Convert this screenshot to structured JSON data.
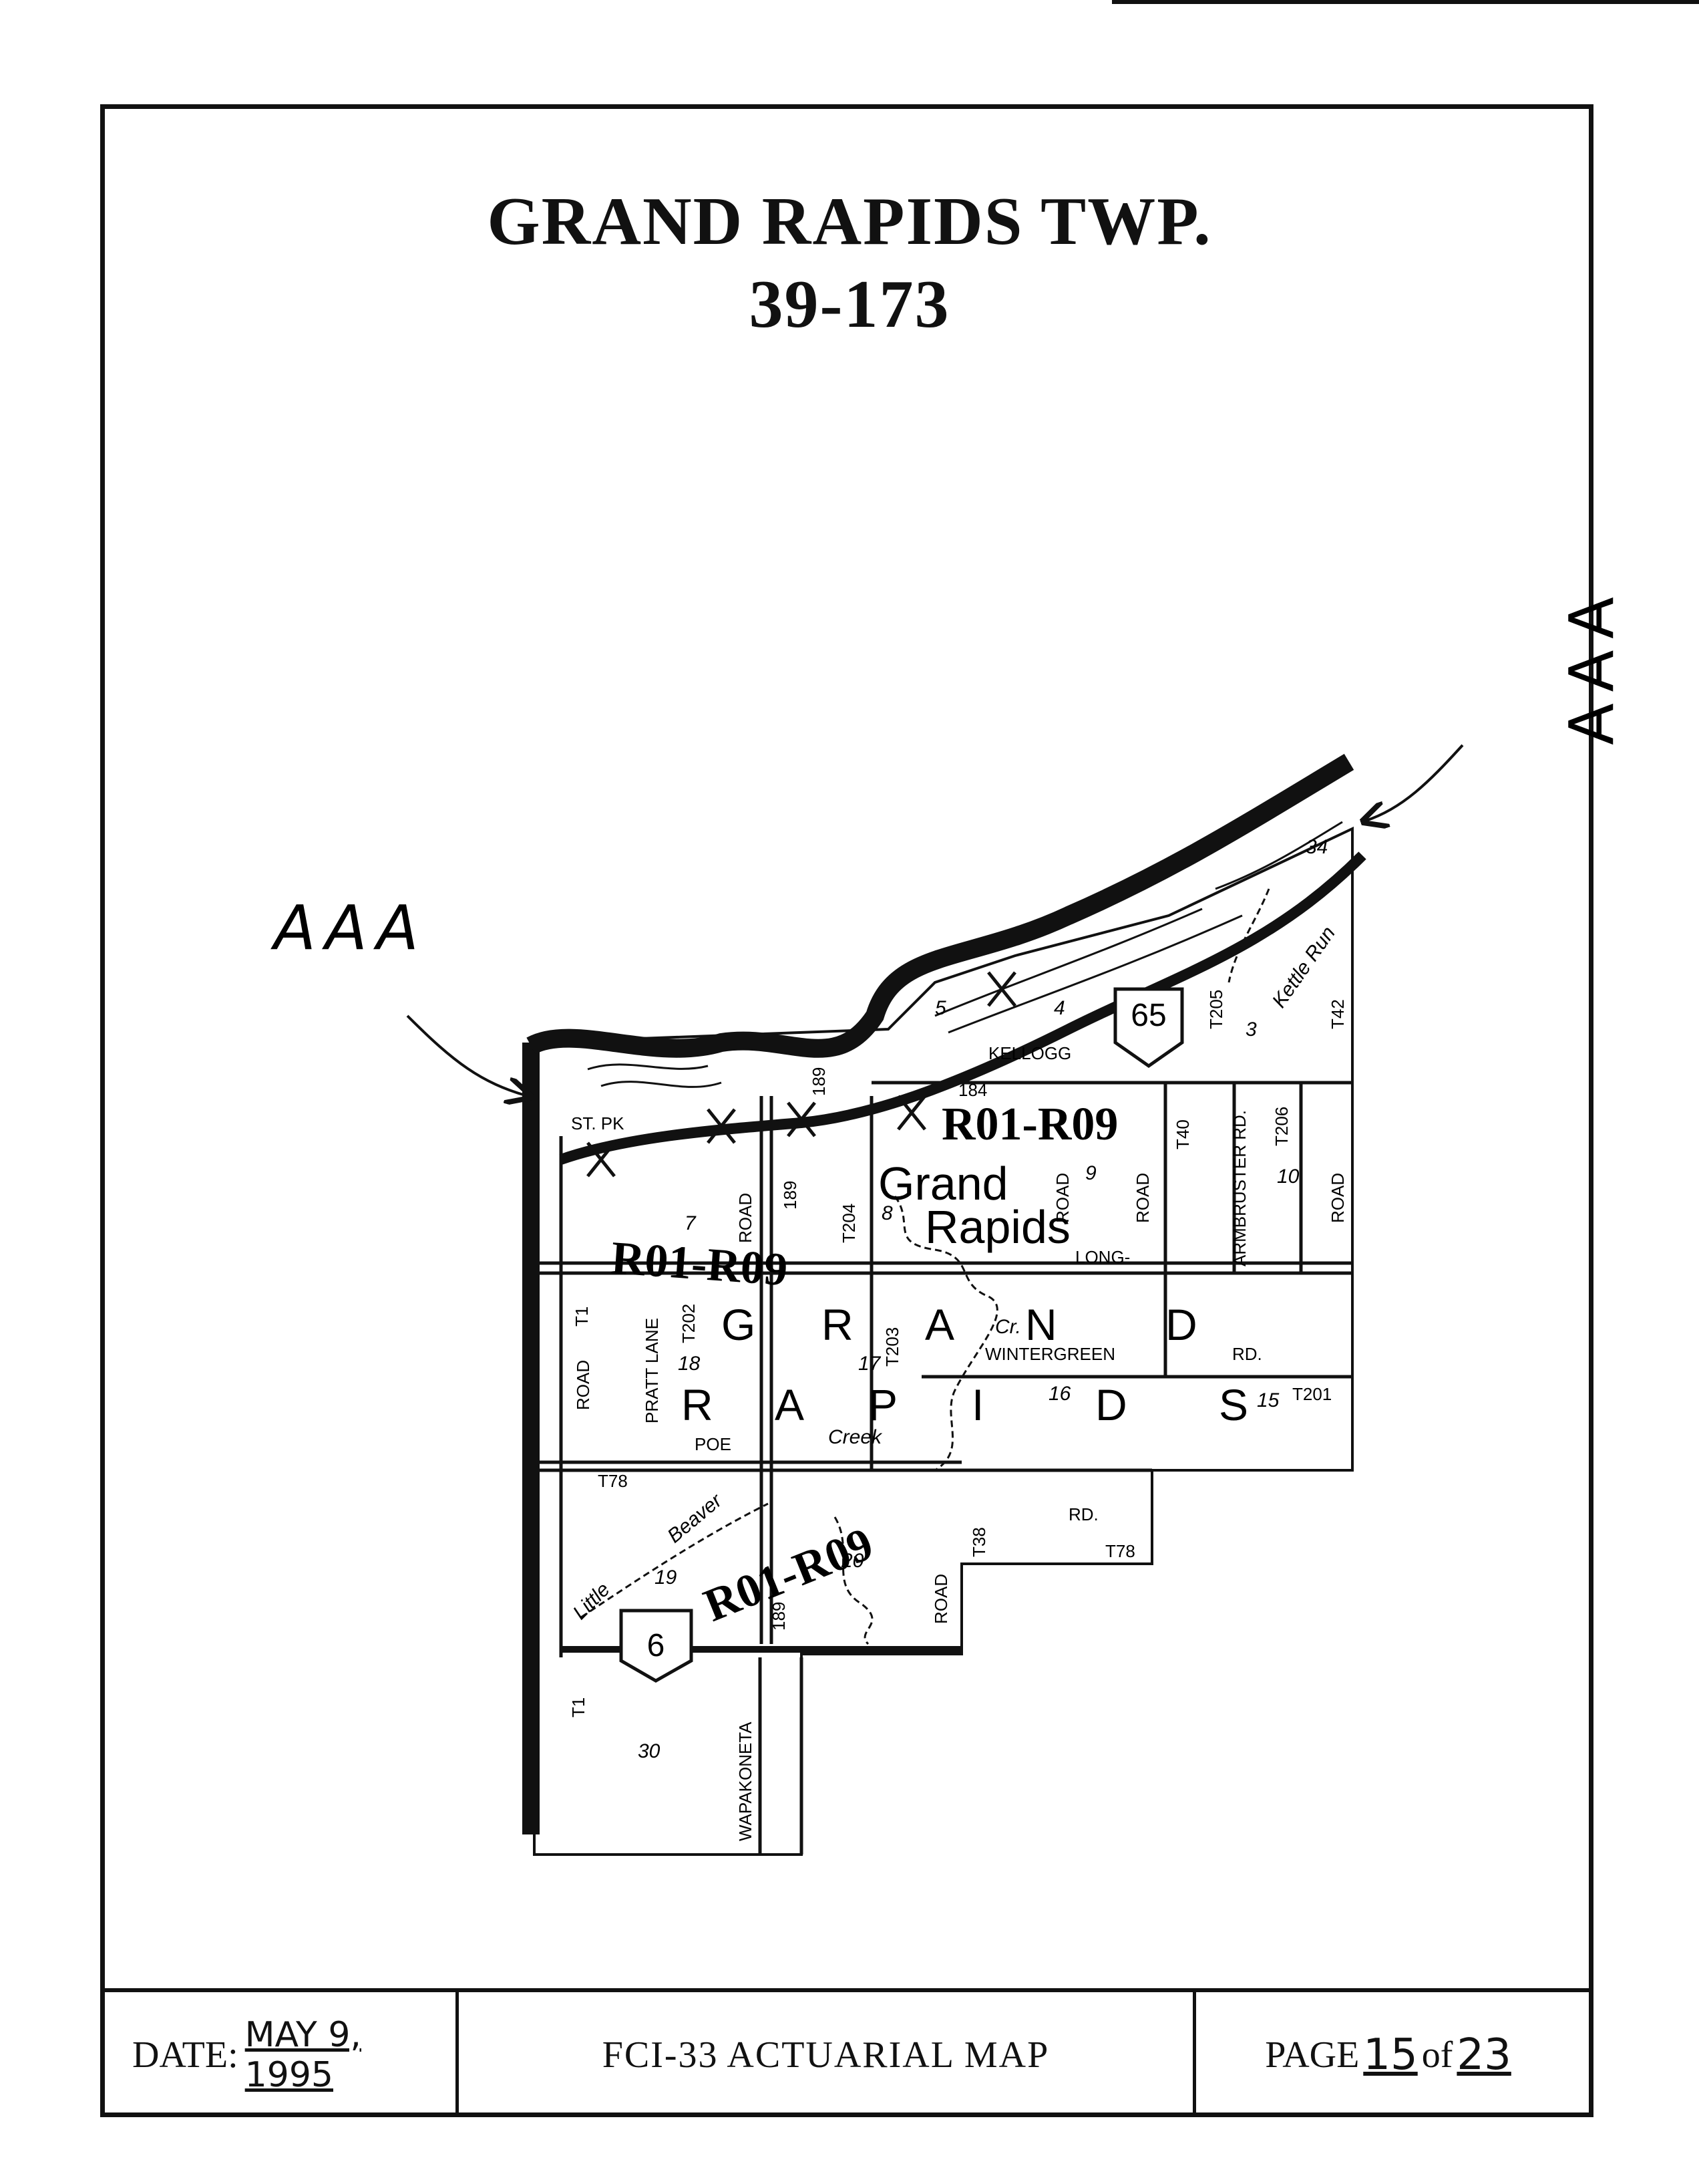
{
  "document": {
    "title_line1": "GRAND RAPIDS TWP.",
    "title_line2": "39-173"
  },
  "map": {
    "zone_labels": [
      "AAA",
      "AAA",
      "R01-R09",
      "R01-R09",
      "R01-R09"
    ],
    "place_name": [
      "Grand",
      "Rapids"
    ],
    "township_letters": [
      "G",
      "R",
      "A",
      "N",
      "D",
      "R",
      "A",
      "P",
      "I",
      "D",
      "S"
    ],
    "road_labels": [
      "ST. PK",
      "KELLOGG",
      "LONG-",
      "ROAD",
      "ROAD",
      "ROAD",
      "ROAD",
      "ROAD",
      "ROAD",
      "PRATT LANE",
      "ARMBRUSTER RD.",
      "WINTERGREEN",
      "RD.",
      "RD.",
      "POE",
      "WAPAKONETA",
      "T1",
      "T1",
      "T78",
      "T78",
      "T38",
      "T40",
      "T42",
      "T201",
      "T202",
      "T203",
      "T204",
      "T205",
      "T206",
      "189",
      "189",
      "189",
      "184"
    ],
    "water_labels": [
      "Creek",
      "Kettle Run",
      "Little",
      "Beaver",
      "Cr."
    ],
    "section_numbers": [
      "3",
      "4",
      "5",
      "7",
      "8",
      "9",
      "10",
      "15",
      "16",
      "17",
      "18",
      "19",
      "20",
      "30",
      "34"
    ],
    "route_shields": [
      "65",
      "6"
    ]
  },
  "footer": {
    "date_label": "DATE:",
    "date_value": "MAY 9, 1995",
    "center": "FCI-33 ACTUARIAL MAP",
    "page_label": "PAGE",
    "page_number": "15",
    "page_of": "of",
    "page_total": "23"
  }
}
